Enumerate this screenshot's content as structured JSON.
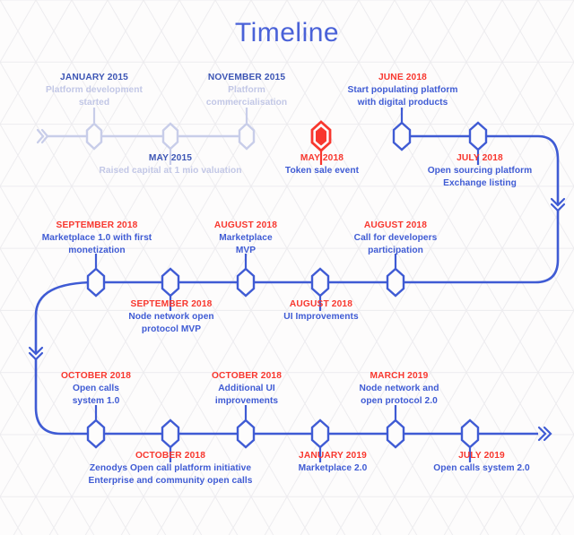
{
  "page": {
    "title": "Timeline",
    "bg_color": "#fdfcfc",
    "accent_blue": "#4a62d8",
    "accent_red": "#f8372e",
    "faded_blue": "#c2c7e6",
    "date_navy": "#3c55b5"
  },
  "rows": [
    {
      "id": "row-1",
      "events": [
        {
          "date": "JANUARY 2015",
          "desc": [
            "Platform development",
            "started"
          ],
          "tone": "faded",
          "side": "above",
          "node": "faded"
        },
        {
          "date": "MAY 2015",
          "desc": [
            "Raised capital at 1 mio valuation"
          ],
          "tone": "faded",
          "side": "below",
          "node": "faded"
        },
        {
          "date": "NOVEMBER 2015",
          "desc": [
            "Platform",
            "commercialisation"
          ],
          "tone": "faded",
          "side": "above",
          "node": "faded"
        },
        {
          "date": "MAY 2018",
          "desc": [
            "Token sale event"
          ],
          "tone": "red",
          "side": "below",
          "node": "red"
        },
        {
          "date": "JUNE 2018",
          "desc": [
            "Start populating platform",
            "with digital products"
          ],
          "tone": "blue",
          "side": "above",
          "node": "blue"
        },
        {
          "date": "JULY 2018",
          "desc": [
            "Open sourcing platform",
            "Exchange listing"
          ],
          "tone": "blue",
          "side": "below",
          "node": "blue"
        }
      ]
    },
    {
      "id": "row-2",
      "events": [
        {
          "date": "SEPTEMBER 2018",
          "desc": [
            "Marketplace 1.0 with first",
            "monetization"
          ],
          "tone": "blue",
          "side": "above",
          "node": "blue"
        },
        {
          "date": "SEPTEMBER 2018",
          "desc": [
            "Node network  open",
            "protocol MVP"
          ],
          "tone": "blue",
          "side": "below",
          "node": "blue"
        },
        {
          "date": "AUGUST 2018",
          "desc": [
            "Marketplace",
            "MVP"
          ],
          "tone": "blue",
          "side": "above",
          "node": "blue"
        },
        {
          "date": "AUGUST 2018",
          "desc": [
            "UI Improvements"
          ],
          "tone": "blue",
          "side": "below",
          "node": "blue"
        },
        {
          "date": "AUGUST 2018",
          "desc": [
            "Call for developers",
            "participation"
          ],
          "tone": "blue",
          "side": "above",
          "node": "blue"
        }
      ]
    },
    {
      "id": "row-3",
      "events": [
        {
          "date": "OCTOBER 2018",
          "desc": [
            "Open calls",
            "system 1.0"
          ],
          "tone": "blue",
          "side": "above",
          "node": "blue"
        },
        {
          "date": "OCTOBER 2018",
          "desc": [
            "Zenodys Open call platform initiative",
            "Enterprise and community open calls"
          ],
          "tone": "blue",
          "side": "below",
          "node": "blue"
        },
        {
          "date": "OCTOBER 2018",
          "desc": [
            "Additional UI",
            "improvements"
          ],
          "tone": "blue",
          "side": "above",
          "node": "blue"
        },
        {
          "date": "JANUARY 2019",
          "desc": [
            "Marketplace 2.0"
          ],
          "tone": "blue",
          "side": "below",
          "node": "blue"
        },
        {
          "date": "MARCH 2019",
          "desc": [
            "Node network and",
            "open protocol 2.0"
          ],
          "tone": "blue",
          "side": "above",
          "node": "blue"
        },
        {
          "date": "JULY 2019",
          "desc": [
            "Open calls system 2.0"
          ],
          "tone": "blue",
          "side": "below",
          "node": "blue"
        }
      ]
    }
  ],
  "markers": [
    {
      "name": "start-arrow",
      "glyph": "double-chevron-right",
      "tone": "faded"
    },
    {
      "name": "row1-end-arrow",
      "glyph": "double-chevron-down",
      "tone": "blue"
    },
    {
      "name": "row2-end-arrow",
      "glyph": "double-chevron-down",
      "tone": "blue"
    },
    {
      "name": "row3-end-arrow",
      "glyph": "double-chevron-right",
      "tone": "blue"
    }
  ],
  "geometry": {
    "row_y": [
      152,
      315,
      484
    ],
    "row1_x": [
      105,
      190,
      275,
      358,
      448,
      533
    ],
    "row2_x": [
      107,
      190,
      274,
      357,
      441
    ],
    "row3_x": [
      107,
      190,
      274,
      357,
      441,
      524
    ]
  }
}
